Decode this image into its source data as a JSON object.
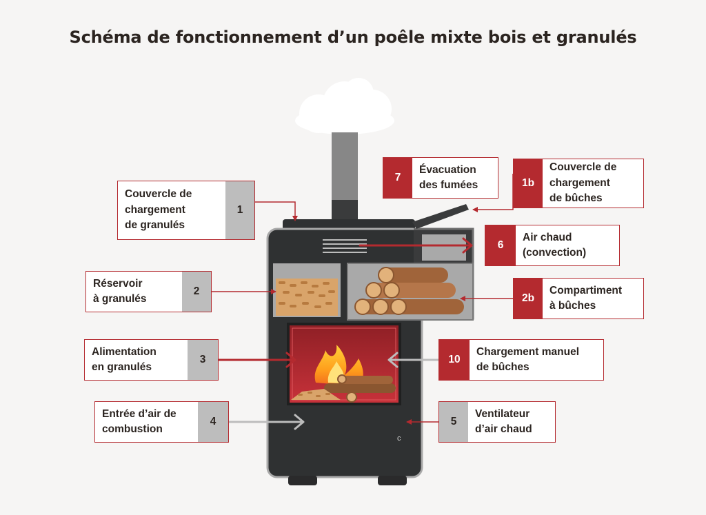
{
  "title": "Schéma de fonctionnement d’un poêle mixte bois et granulés",
  "colors": {
    "accent_red": "#b42a2f",
    "stove_body": "#2f3132",
    "badge_grey": "#bdbdbd"
  },
  "labels": [
    {
      "id": "1",
      "number": "1",
      "text": "Couvercle de\nchargement\nde granulés",
      "badge": "grey"
    },
    {
      "id": "2",
      "number": "2",
      "text": "Réservoir\nà granulés",
      "badge": "grey"
    },
    {
      "id": "3",
      "number": "3",
      "text": "Alimentation\nen granulés",
      "badge": "grey"
    },
    {
      "id": "4",
      "number": "4",
      "text": "Entrée d’air de\ncombustion",
      "badge": "grey"
    },
    {
      "id": "7",
      "number": "7",
      "text": "Évacuation\ndes fumées",
      "badge": "red"
    },
    {
      "id": "1b",
      "number": "1b",
      "text": "Couvercle de\nchargement\nde bûches",
      "badge": "red"
    },
    {
      "id": "6",
      "number": "6",
      "text": "Air chaud\n(convection)",
      "badge": "red"
    },
    {
      "id": "2b",
      "number": "2b",
      "text": "Compartiment\nà bûches",
      "badge": "red"
    },
    {
      "id": "10",
      "number": "10",
      "text": "Chargement manuel\nde bûches",
      "badge": "red"
    },
    {
      "id": "5",
      "number": "5",
      "text": "Ventilateur\nd’air chaud",
      "badge": "grey"
    }
  ]
}
